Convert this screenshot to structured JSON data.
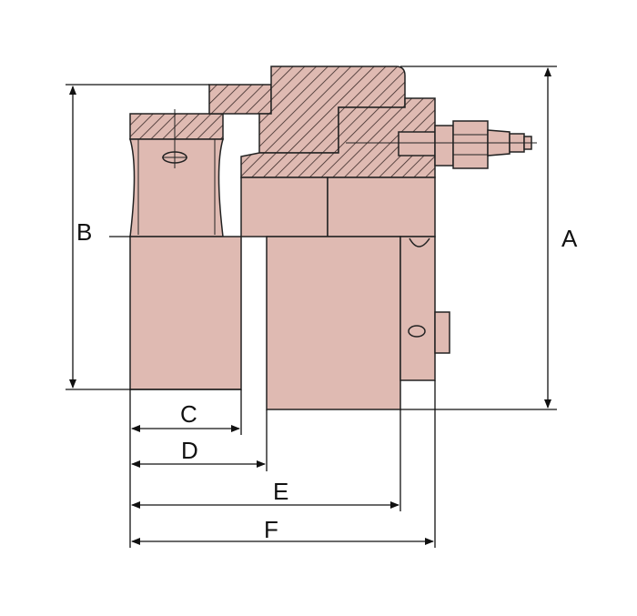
{
  "diagram": {
    "dimensions": {
      "A": "A",
      "B": "B",
      "C": "C",
      "D": "D",
      "E": "E",
      "F": "F"
    },
    "colors": {
      "body_fill": "#DFBAB2",
      "outline": "#222222",
      "hatch": "#3a2a28",
      "background": "#FFFFFF"
    }
  }
}
